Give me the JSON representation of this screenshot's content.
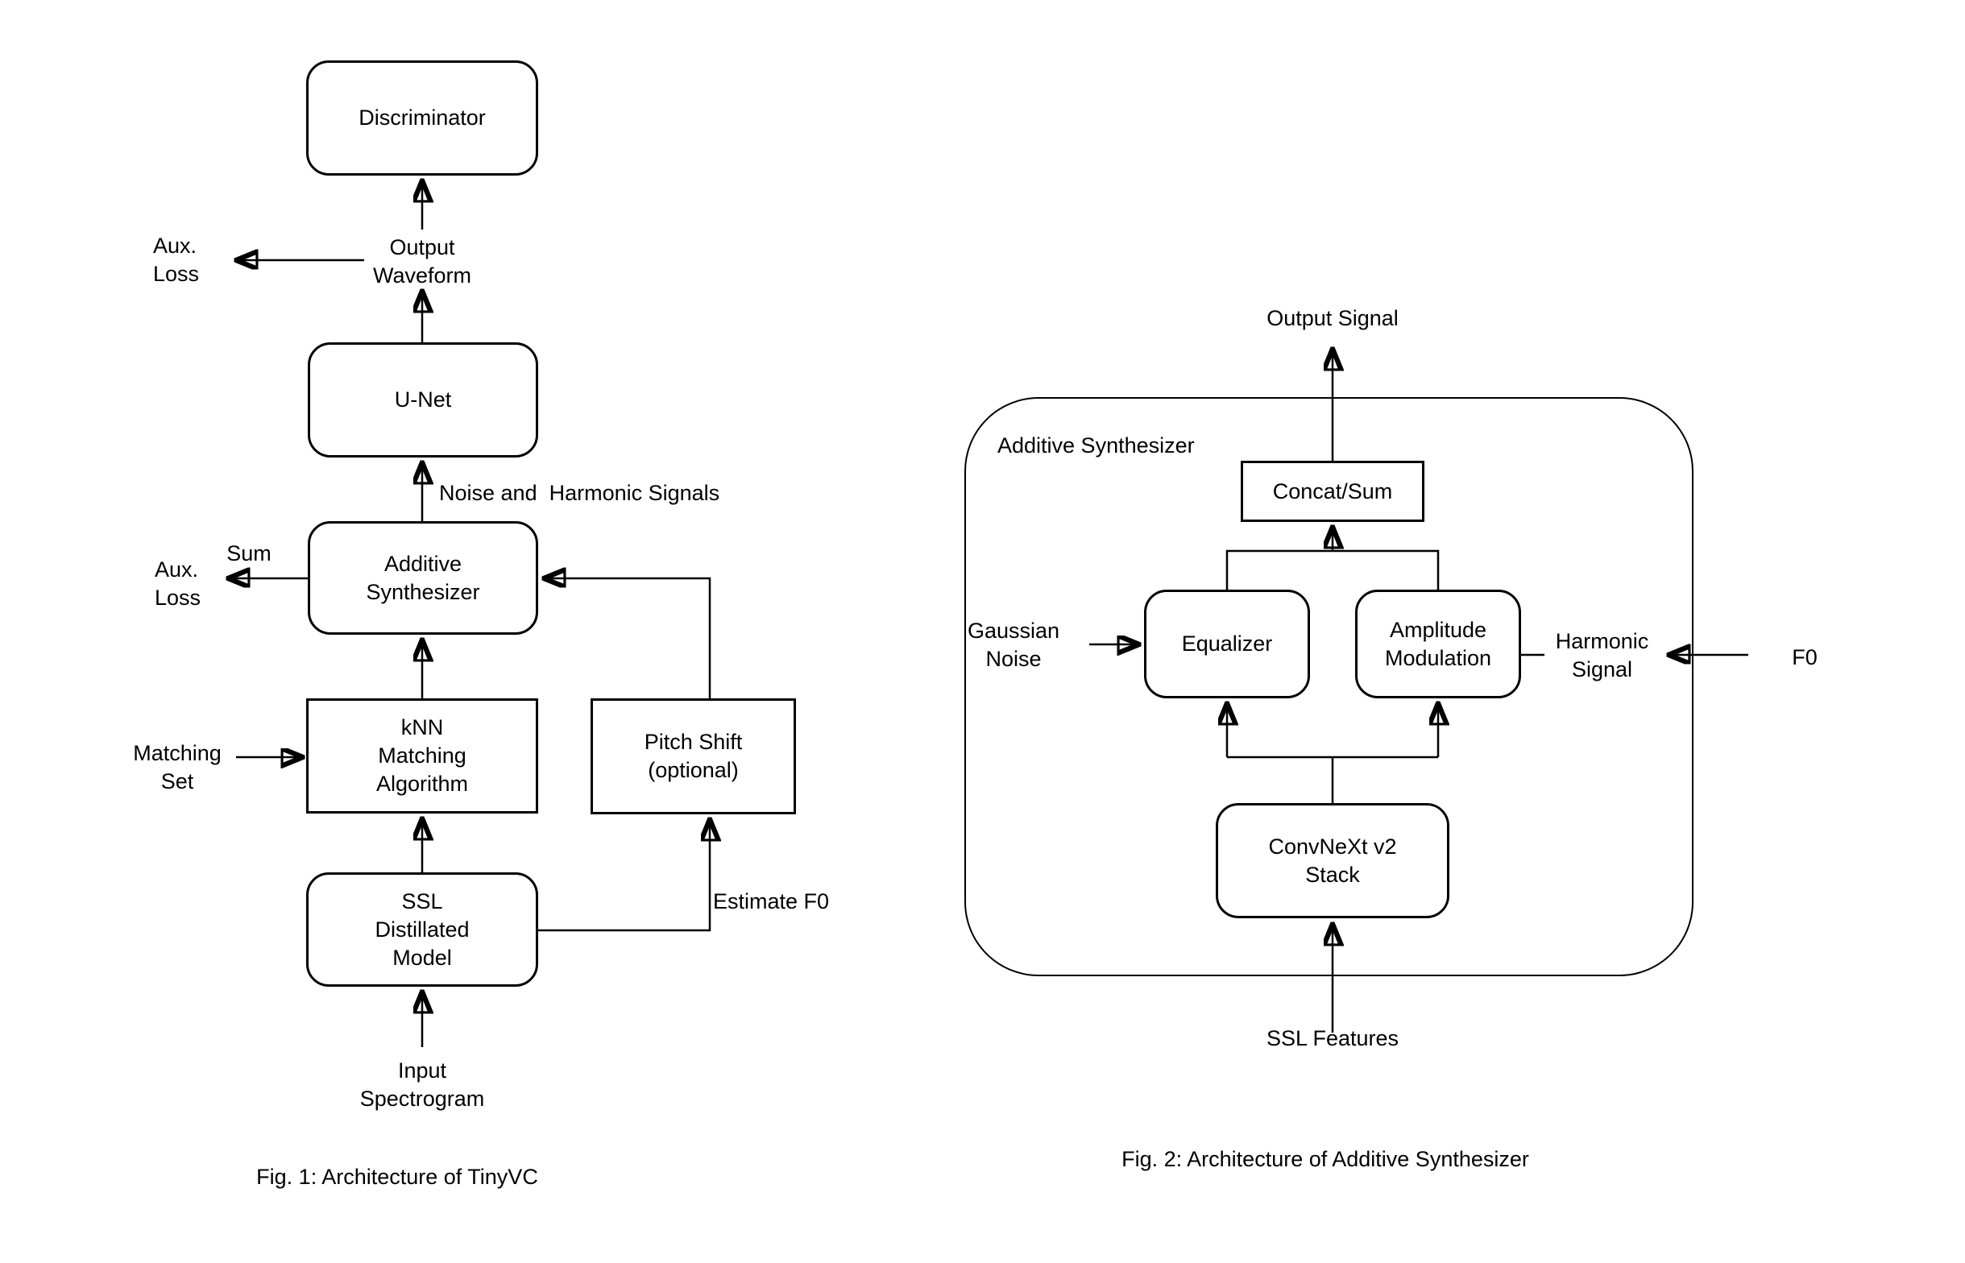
{
  "figure1": {
    "caption": "Fig. 1: Architecture of TinyVC",
    "boxes": {
      "discriminator": "Discriminator",
      "unet": "U-Net",
      "additive_synthesizer": "Additive\nSynthesizer",
      "knn": "kNN\nMatching\nAlgorithm",
      "ssl": "SSL\nDistillated\nModel",
      "pitch_shift": "Pitch Shift\n(optional)"
    },
    "labels": {
      "aux_loss_top": "Aux.\nLoss",
      "output_waveform": "Output\nWaveform",
      "noise_harmonic": "Noise and  Harmonic Signals",
      "sum": "Sum",
      "aux_loss_mid": "Aux.\nLoss",
      "matching_set": "Matching\nSet",
      "estimate_f0": "Estimate F0",
      "input_spectrogram": "Input\nSpectrogram"
    }
  },
  "figure2": {
    "caption": "Fig. 2: Architecture of Additive Synthesizer",
    "container_label": "Additive Synthesizer",
    "boxes": {
      "concat_sum": "Concat/Sum",
      "equalizer": "Equalizer",
      "amplitude_modulation": "Amplitude\nModulation",
      "convnext": "ConvNeXt v2\nStack"
    },
    "labels": {
      "output_signal": "Output Signal",
      "gaussian_noise": "Gaussian\nNoise",
      "harmonic_signal": "Harmonic\nSignal",
      "f0": "F0",
      "ssl_features": "SSL Features"
    }
  },
  "colors": {
    "ink": "#000000",
    "background": "#ffffff"
  }
}
